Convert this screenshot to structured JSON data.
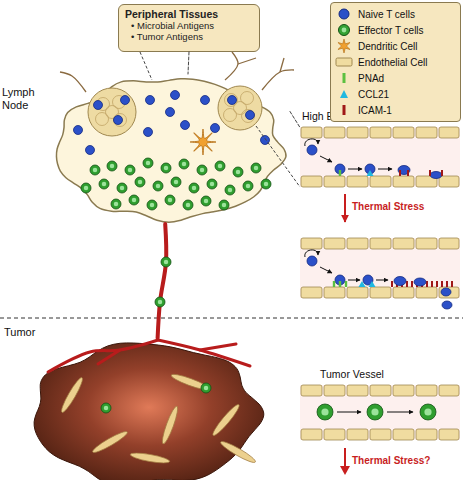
{
  "diagram": {
    "nodes": [
      {
        "text": [
          "Peripheral Tissues",
          "• Microbial Antigens",
          "• Tumor Antigens"
        ]
      },
      {
        "text": [
          "Lymph Node"
        ]
      },
      {
        "text": [
          "High Endothelial Venule"
        ]
      },
      {
        "text": [
          "Tumor"
        ]
      },
      {
        "text": [
          "Tumor Vessel"
        ]
      }
    ],
    "edges": [
      {
        "from": 0,
        "to": 1,
        "arrow": "none"
      },
      {
        "from": 1,
        "to": 2,
        "arrow": "none"
      },
      {
        "from": 1,
        "to": 3,
        "arrow": "none"
      }
    ],
    "labels": [
      "Thermal Stress",
      "Thermal Stress?"
    ],
    "legend": [
      {
        "text": "Naive T cells",
        "color": "#2b50c8"
      },
      {
        "text": "Effector T cells",
        "color": "#35a335"
      },
      {
        "text": "Dendritic Cell",
        "color": "#f0a030"
      },
      {
        "text": "Endothelial Cell",
        "color": "#f0dca0"
      },
      {
        "text": "PNAd",
        "color": "#5cc040"
      },
      {
        "text": "CCL21",
        "color": "#20b8e0"
      },
      {
        "text": "ICAM-1",
        "color": "#a01818"
      }
    ]
  }
}
